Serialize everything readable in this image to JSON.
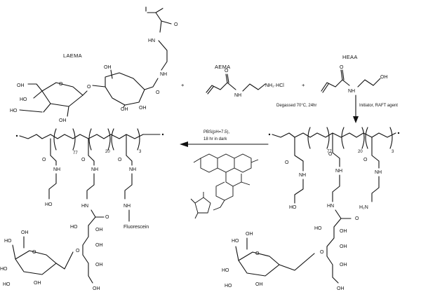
{
  "monomers": {
    "laema": "LAEMA",
    "aema": "AEMA",
    "heaa": "HEAA",
    "aema_salt": "NH₂·HCl",
    "plus": "+"
  },
  "arrows": {
    "reaction_conditions": "Degassed 70°C, 24hr",
    "reagents": "Initiator, RAFT agent",
    "fitc_conditions_1": "PBS(pH=7.5),",
    "fitc_conditions_2": "18 hr in dark"
  },
  "polymer_left": {
    "sub_1": "77",
    "sub_2": "20",
    "sub_3": "3",
    "fluorescein": "Fluorescein"
  },
  "polymer_right": {
    "sub_1": "77",
    "sub_2": "20",
    "sub_3": "3"
  },
  "atoms": {
    "oh": "OH",
    "ho": "HO",
    "nh": "NH",
    "hn": "HN",
    "h2n": "H₂N",
    "o": "O"
  }
}
